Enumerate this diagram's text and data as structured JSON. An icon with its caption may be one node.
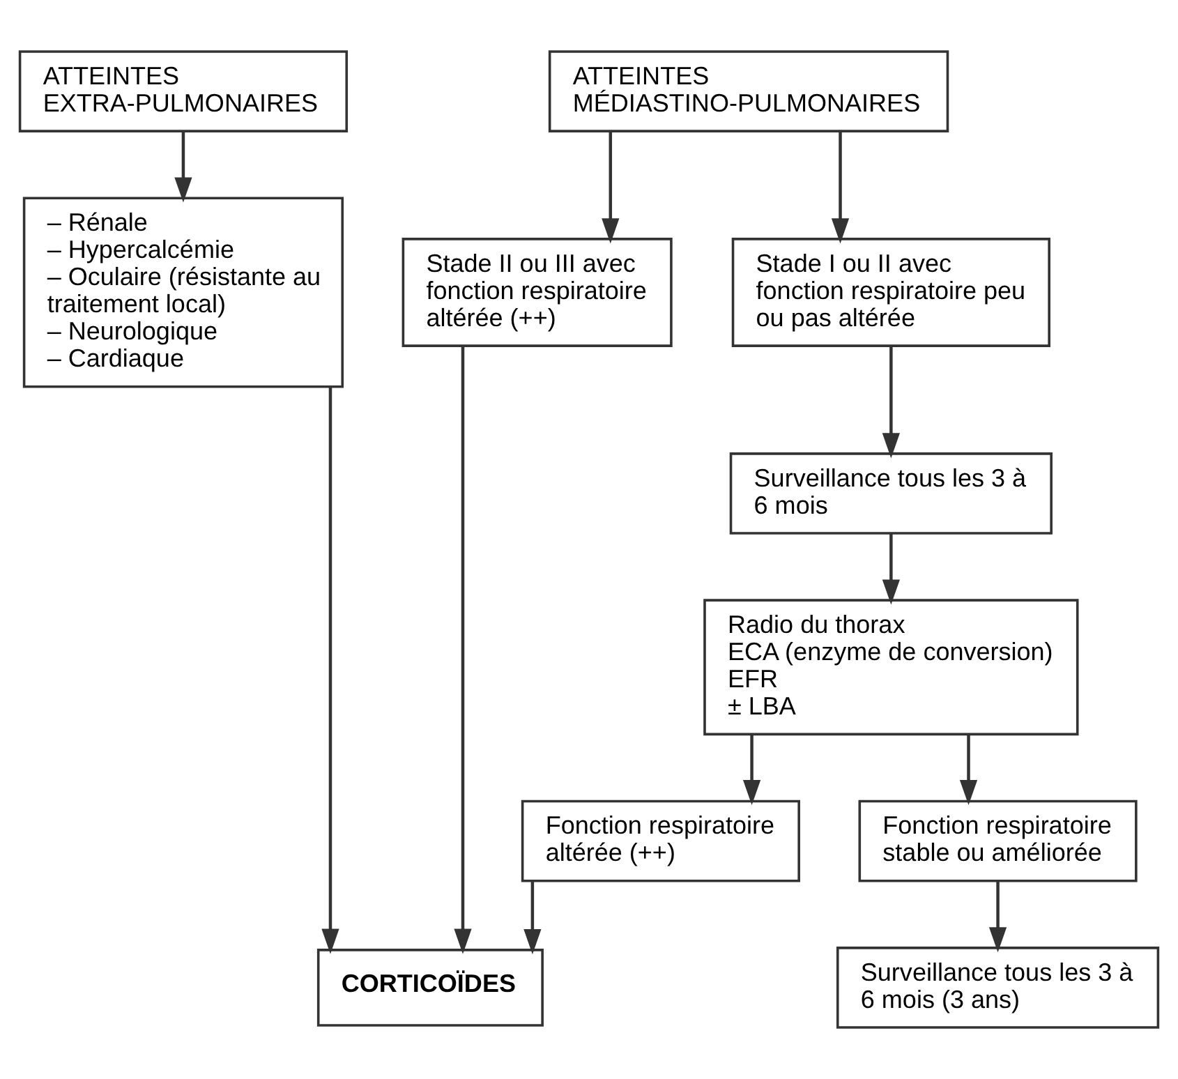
{
  "diagram": {
    "nodes": [
      {
        "text": [
          "ATTEINTES EXTRA-PULMONAIRES"
        ]
      },
      {
        "text": [
          "ATTEINTES MÉDIASTINO-PULMONAIRES"
        ]
      },
      {
        "text": [
          "– Rénale",
          "– Hypercalcémie",
          "– Oculaire (résistante au traitement local)",
          "– Neurologique",
          "– Cardiaque"
        ]
      },
      {
        "text": [
          "Stade II ou III avec fonction respiratoire altérée (++)"
        ]
      },
      {
        "text": [
          "Stade I ou II avec fonction respiratoire peu ou pas altérée"
        ]
      },
      {
        "text": [
          "Surveillance tous les 3 à 6 mois"
        ]
      },
      {
        "text": [
          "Radio du thorax",
          "ECA (enzyme de conversion)",
          "EFR",
          "± LBA"
        ]
      },
      {
        "text": [
          "Fonction respiratoire altérée (++)"
        ]
      },
      {
        "text": [
          "Fonction respiratoire stable ou améliorée"
        ]
      },
      {
        "text": [
          "Surveillance tous les 3 à 6 mois (3 ans)"
        ]
      },
      {
        "text": [
          "CORTICOÏDES"
        ]
      }
    ],
    "edges": [
      {
        "from": 0,
        "to": 2,
        "arrow": "to"
      },
      {
        "from": 1,
        "to": 3,
        "arrow": "to"
      },
      {
        "from": 1,
        "to": 4,
        "arrow": "to"
      },
      {
        "from": 4,
        "to": 5,
        "arrow": "to"
      },
      {
        "from": 5,
        "to": 6,
        "arrow": "to"
      },
      {
        "from": 6,
        "to": 7,
        "arrow": "to"
      },
      {
        "from": 6,
        "to": 8,
        "arrow": "to"
      },
      {
        "from": 8,
        "to": 9,
        "arrow": "to"
      },
      {
        "from": 2,
        "to": 10,
        "arrow": "to"
      },
      {
        "from": 3,
        "to": 10,
        "arrow": "to"
      },
      {
        "from": 7,
        "to": 10,
        "arrow": "to"
      }
    ]
  }
}
